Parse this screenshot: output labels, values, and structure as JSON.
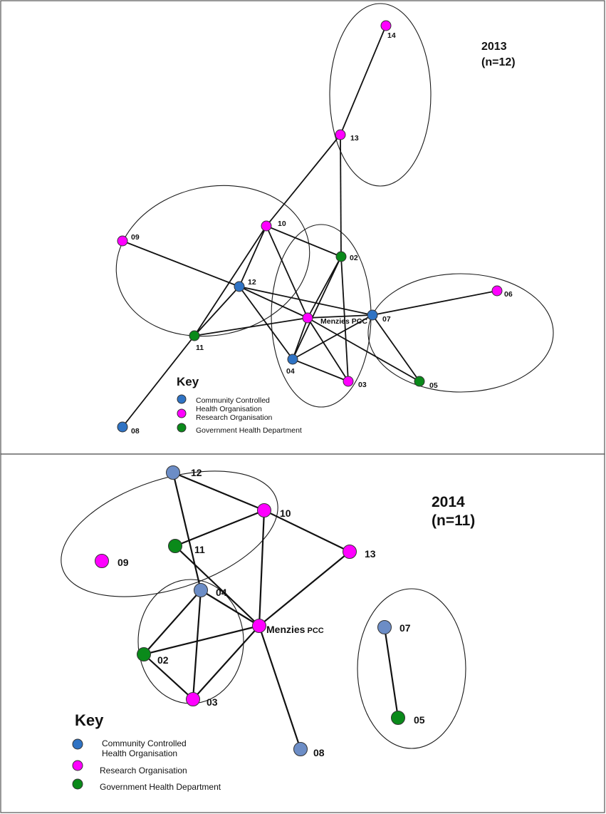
{
  "colors": {
    "community": "#2f73c4",
    "community_2014": "#6c8dc6",
    "research": "#ff00ff",
    "government": "#0a8a1a"
  },
  "panel_2013": {
    "year": "2013",
    "n": "(n=12)",
    "nodes": {
      "n14": {
        "label": "14",
        "type": "research"
      },
      "n13": {
        "label": "13",
        "type": "research"
      },
      "n10": {
        "label": "10",
        "type": "research"
      },
      "n09": {
        "label": "09",
        "type": "research"
      },
      "n02": {
        "label": "02",
        "type": "government"
      },
      "n12": {
        "label": "12",
        "type": "community"
      },
      "n06": {
        "label": "06",
        "type": "research"
      },
      "nmen": {
        "label": "Menzies PCC",
        "type": "research"
      },
      "n07": {
        "label": "07",
        "type": "community"
      },
      "n11": {
        "label": "11",
        "type": "government"
      },
      "n04": {
        "label": "04",
        "type": "community"
      },
      "n03": {
        "label": "03",
        "type": "research"
      },
      "n05": {
        "label": "05",
        "type": "government"
      },
      "n08": {
        "label": "08",
        "type": "community"
      }
    },
    "edges": [
      [
        "n14",
        "n13"
      ],
      [
        "n13",
        "n10"
      ],
      [
        "n13",
        "n02"
      ],
      [
        "n10",
        "n02"
      ],
      [
        "n10",
        "n11"
      ],
      [
        "n10",
        "n12"
      ],
      [
        "n10",
        "nmen"
      ],
      [
        "n09",
        "n12"
      ],
      [
        "n12",
        "n11"
      ],
      [
        "n12",
        "nmen"
      ],
      [
        "n12",
        "n07"
      ],
      [
        "n12",
        "n04"
      ],
      [
        "n11",
        "n08"
      ],
      [
        "n11",
        "nmen"
      ],
      [
        "nmen",
        "n07"
      ],
      [
        "nmen",
        "n04"
      ],
      [
        "nmen",
        "n03"
      ],
      [
        "n02",
        "n04"
      ],
      [
        "n02",
        "nmen"
      ],
      [
        "n02",
        "n03"
      ],
      [
        "n07",
        "n06"
      ],
      [
        "n07",
        "n05"
      ],
      [
        "n07",
        "n04"
      ],
      [
        "nmen",
        "n05"
      ],
      [
        "n04",
        "n03"
      ]
    ],
    "key": {
      "title": "Key",
      "community_label_1": "Community Controlled",
      "community_label_2": "Health Organisation",
      "research_label": "Research Organisation",
      "government_label": "Government Health Department"
    }
  },
  "panel_2014": {
    "year": "2014",
    "n": "(n=11)",
    "nodes": {
      "n12": {
        "label": "12",
        "type": "community"
      },
      "n10": {
        "label": "10",
        "type": "research"
      },
      "n11": {
        "label": "11",
        "type": "government"
      },
      "n09": {
        "label": "09",
        "type": "research"
      },
      "n13": {
        "label": "13",
        "type": "research"
      },
      "n04": {
        "label": "04",
        "type": "community"
      },
      "nmen": {
        "label": "Menzies",
        "sub": "PCC",
        "type": "research"
      },
      "n02": {
        "label": "02",
        "type": "government"
      },
      "n03": {
        "label": "03",
        "type": "research"
      },
      "n07": {
        "label": "07",
        "type": "community"
      },
      "n05": {
        "label": "05",
        "type": "government"
      },
      "n08": {
        "label": "08",
        "type": "community"
      }
    },
    "edges": [
      [
        "n12",
        "n10"
      ],
      [
        "n12",
        "n04"
      ],
      [
        "n11",
        "n10"
      ],
      [
        "n11",
        "nmen"
      ],
      [
        "n10",
        "n13"
      ],
      [
        "n10",
        "nmen"
      ],
      [
        "n13",
        "nmen"
      ],
      [
        "n04",
        "n02"
      ],
      [
        "n04",
        "n03"
      ],
      [
        "n04",
        "nmen"
      ],
      [
        "n02",
        "nmen"
      ],
      [
        "n02",
        "n03"
      ],
      [
        "n03",
        "nmen"
      ],
      [
        "nmen",
        "n08"
      ],
      [
        "n07",
        "n05"
      ]
    ],
    "key": {
      "title": "Key",
      "community_label_1": "Community Controlled",
      "community_label_2": "Health Organisation",
      "research_label": "Research Organisation",
      "government_label": "Government Health Department"
    }
  }
}
